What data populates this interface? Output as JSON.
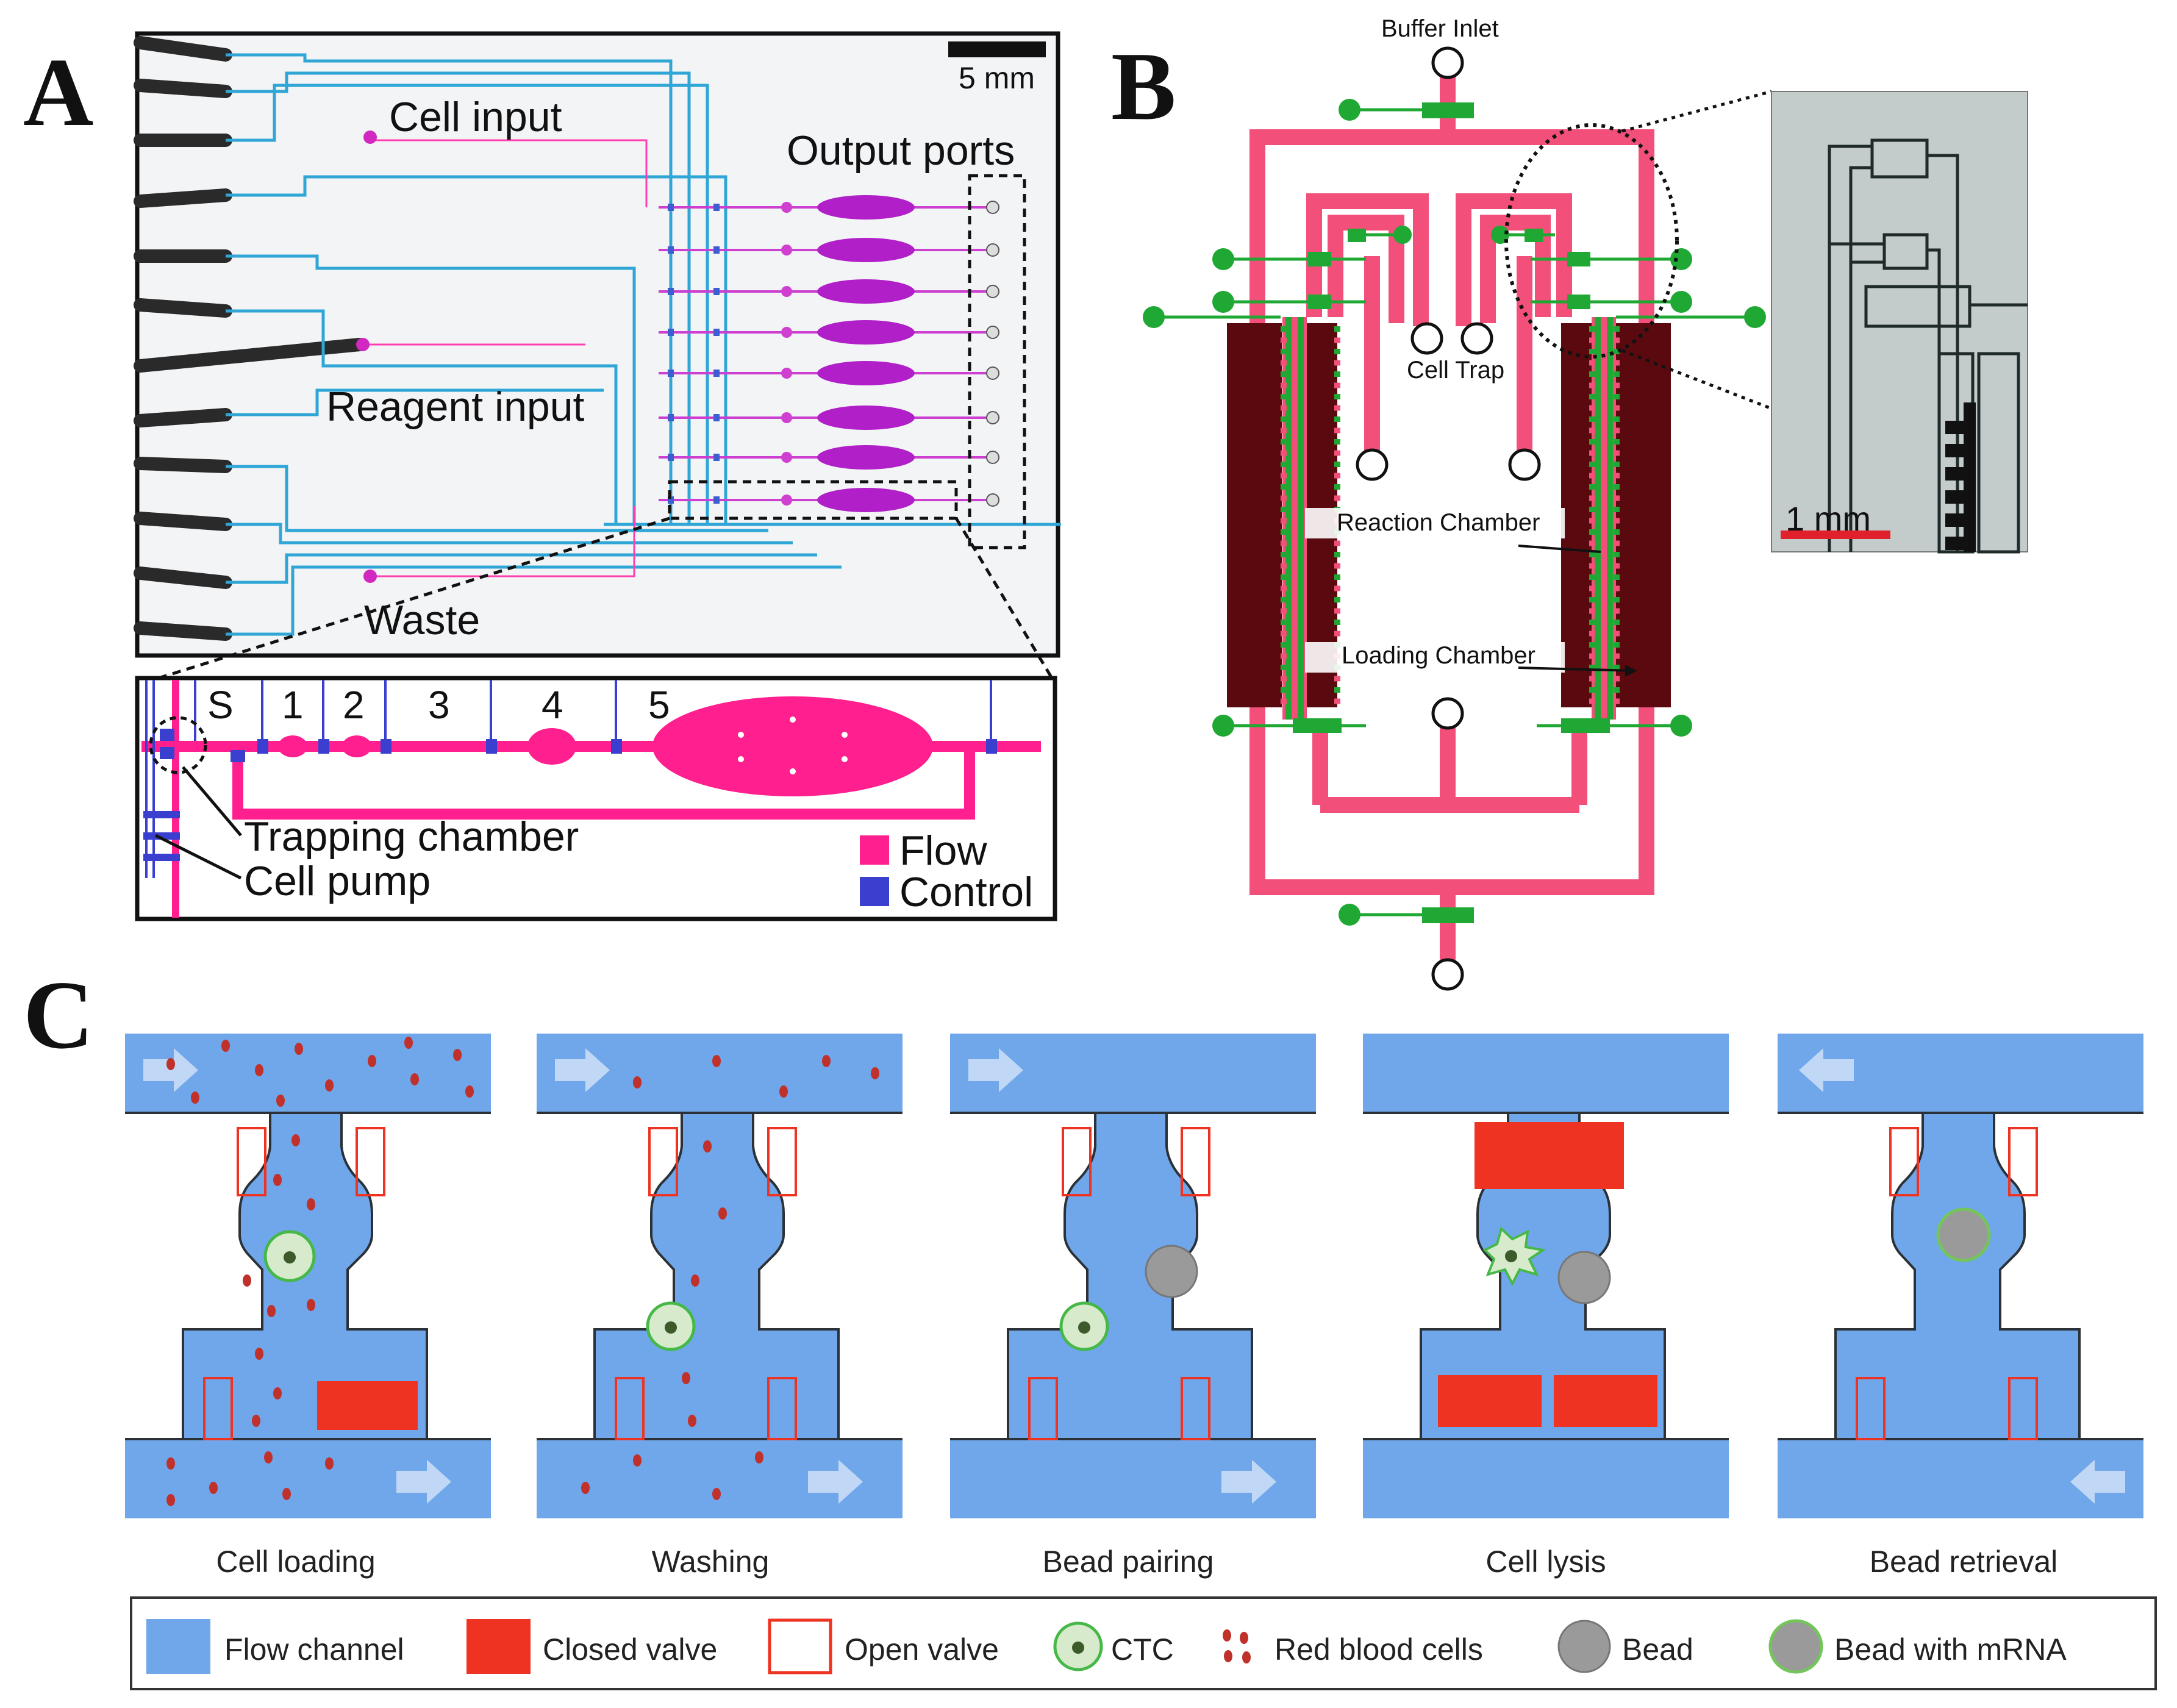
{
  "panels": {
    "a": {
      "letter": "A",
      "scale_bar": "5 mm",
      "labels": {
        "cell_input": "Cell input",
        "output_ports": "Output ports",
        "reagent_input": "Reagent input",
        "waste": "Waste"
      },
      "inset": {
        "section_labels": [
          "S",
          "1",
          "2",
          "3",
          "4",
          "5"
        ],
        "trapping_chamber": "Trapping chamber",
        "cell_pump": "Cell pump",
        "legend": [
          {
            "label": "Flow",
            "color": "#ff1f8e"
          },
          {
            "label": "Control",
            "color": "#3b3fd0"
          }
        ]
      }
    },
    "b": {
      "letter": "B",
      "labels": {
        "buffer_inlet": "Buffer Inlet",
        "cell_trap": "Cell Trap",
        "reaction_chamber": "Reaction Chamber",
        "loading_chamber": "Loading Chamber"
      },
      "micrograph_scale": "1 mm",
      "colors": {
        "flow": "#f2507a",
        "valve": "#1fa833",
        "chamber": "#5a0a0f"
      }
    },
    "c": {
      "letter": "C",
      "steps": [
        "Cell loading",
        "Washing",
        "Bead pairing",
        "Cell lysis",
        "Bead retrieval"
      ],
      "legend": [
        {
          "label": "Flow channel",
          "icon": "flow-channel-swatch"
        },
        {
          "label": "Closed valve",
          "icon": "closed-valve-swatch"
        },
        {
          "label": "Open valve",
          "icon": "open-valve-swatch"
        },
        {
          "label": "CTC",
          "icon": "ctc-icon"
        },
        {
          "label": "Red blood cells",
          "icon": "red-blood-cells-icon"
        },
        {
          "label": "Bead",
          "icon": "bead-icon"
        },
        {
          "label": "Bead with mRNA",
          "icon": "bead-with-mrna-icon"
        }
      ],
      "colors": {
        "flow": "#6fa7ea",
        "closed_valve": "#ef3323",
        "open_valve": "#ef3323",
        "rbc": "#c0312c",
        "bead": "#9a9a9a",
        "ctc_ring": "#46b848"
      }
    }
  }
}
